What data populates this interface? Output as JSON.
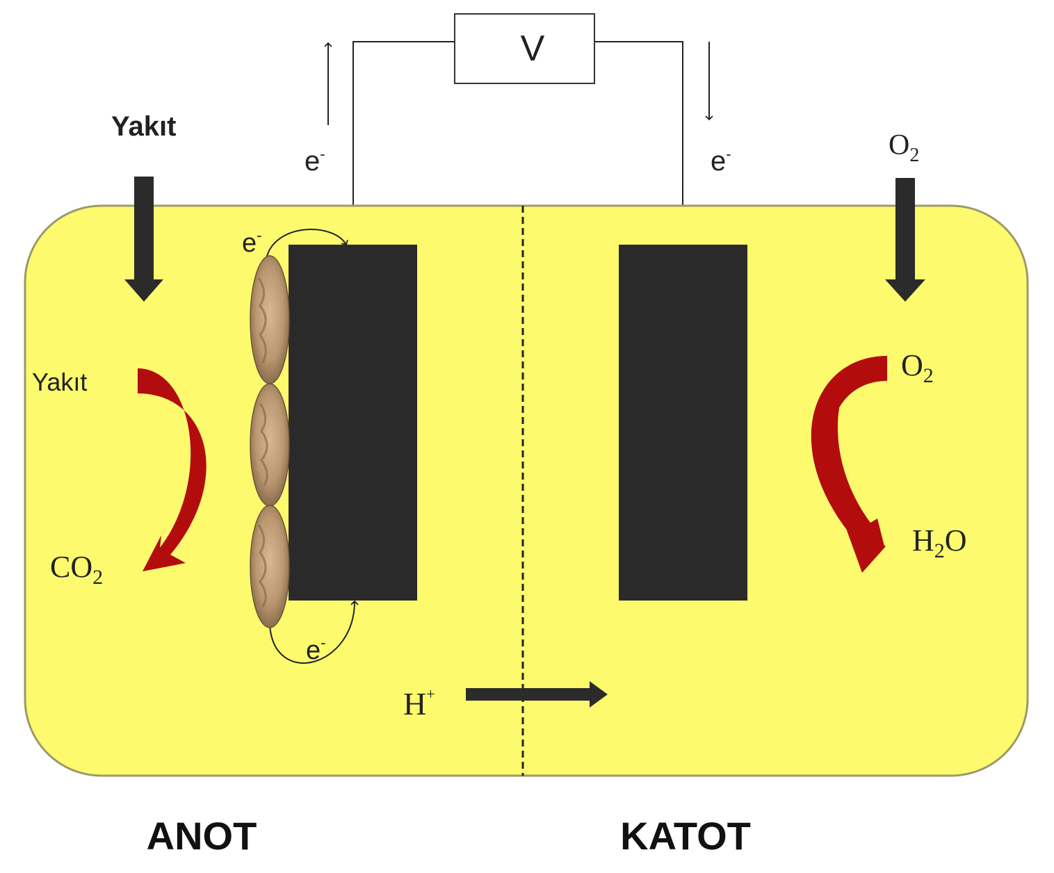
{
  "voltmeter": {
    "label": "V"
  },
  "electron_label": "e",
  "electron_charge": "-",
  "anode_side": {
    "fuel_input_label": "Yakıt",
    "reaction_input": "Yakıt",
    "reaction_output_main": "CO",
    "reaction_output_sub": "2",
    "section_label": "ANOT"
  },
  "cathode_side": {
    "oxygen_input_main": "O",
    "oxygen_input_sub": "2",
    "reaction_input_main": "O",
    "reaction_input_sub": "2",
    "reaction_output_main_1": "H",
    "reaction_output_sub": "2",
    "reaction_output_main_2": "O",
    "section_label": "KATOT"
  },
  "proton": {
    "main": "H",
    "sup": "+"
  },
  "colors": {
    "cell_fill": "#fdfa6e",
    "cell_border": "#9a9a6a",
    "electrode": "#2a2a2a",
    "reaction_arrow": "#b30c0c",
    "input_arrow": "#2b2b2b",
    "bacteria": "#b99770"
  }
}
